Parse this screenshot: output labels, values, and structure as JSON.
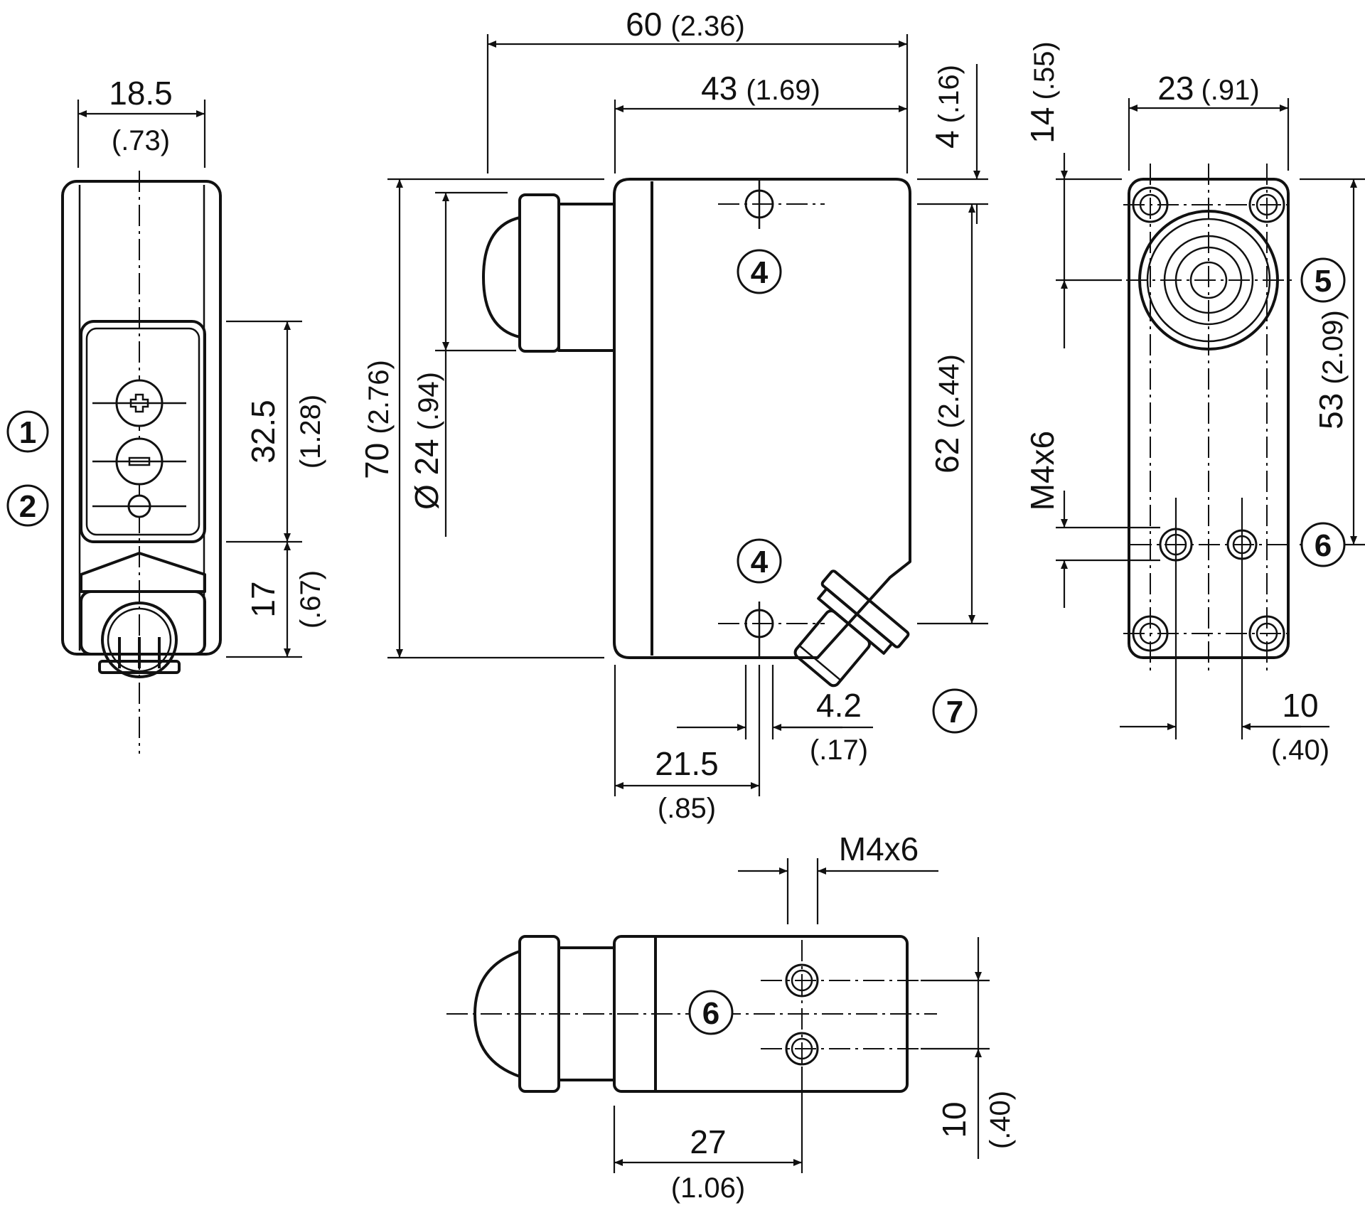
{
  "dimensions": {
    "front_width": "18.5",
    "front_width_in": "(.73)",
    "panel_height": "32.5",
    "panel_height_in": "(1.28)",
    "connector_height": "17",
    "connector_height_in": "(.67)",
    "overall_length": "60",
    "overall_length_in": "(2.36)",
    "housing_length": "43",
    "housing_length_in": "(1.69)",
    "top_offset": "4",
    "top_offset_in": "(.16)",
    "overall_height": "70",
    "overall_height_in": "(2.76)",
    "lens_diameter": "Ø 24",
    "lens_diameter_in": "(.94)",
    "hole_spacing": "62",
    "hole_spacing_in": "(2.44)",
    "hole_offset": "21.5",
    "hole_offset_in": "(.85)",
    "hole_diameter": "4.2",
    "hole_diameter_in": "(.17)",
    "back_width": "23",
    "back_width_in": "(.91)",
    "optical_axis": "14",
    "optical_axis_in": "(.55)",
    "thread_spacing": "53",
    "thread_spacing_in": "(2.09)",
    "thread_back": "M4x6",
    "thread_pitch": "10",
    "thread_pitch_in": "(.40)",
    "thread_bottom": "M4x6",
    "bottom_offset": "27",
    "bottom_offset_in": "(1.06)",
    "bottom_pitch": "10",
    "bottom_pitch_in": "(.40)"
  },
  "callouts": {
    "c1": "1",
    "c2": "2",
    "c4a": "4",
    "c4b": "4",
    "c5": "5",
    "c6a": "6",
    "c6b": "6",
    "c7": "7"
  }
}
